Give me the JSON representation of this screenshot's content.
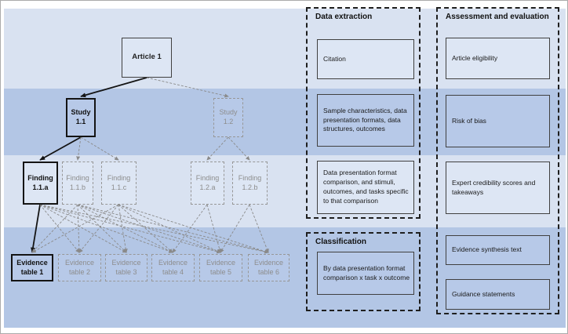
{
  "figure": {
    "tree": {
      "article": {
        "label": "Article 1"
      },
      "studies": [
        {
          "line1": "Study",
          "line2": "1.1"
        },
        {
          "line1": "Study",
          "line2": "1.2"
        }
      ],
      "findings": [
        {
          "line1": "Finding",
          "line2": "1.1.a"
        },
        {
          "line1": "Finding",
          "line2": "1.1.b"
        },
        {
          "line1": "Finding",
          "line2": "1.1.c"
        },
        {
          "line1": "Finding",
          "line2": "1.2.a"
        },
        {
          "line1": "Finding",
          "line2": "1.2.b"
        }
      ],
      "evidence_tables": [
        {
          "line1": "Evidence",
          "line2": "table 1"
        },
        {
          "line1": "Evidence",
          "line2": "table 2"
        },
        {
          "line1": "Evidence",
          "line2": "table 3"
        },
        {
          "line1": "Evidence",
          "line2": "table 4"
        },
        {
          "line1": "Evidence",
          "line2": "table 5"
        },
        {
          "line1": "Evidence",
          "line2": "table 6"
        }
      ],
      "edges": [
        {
          "from": "article-1",
          "to": "study-1.1",
          "style": "emphasis"
        },
        {
          "from": "article-1",
          "to": "study-1.2",
          "style": "muted"
        },
        {
          "from": "study-1.1",
          "to": "finding-1.1.a",
          "style": "emphasis"
        },
        {
          "from": "study-1.1",
          "to": "finding-1.1.b",
          "style": "muted"
        },
        {
          "from": "study-1.1",
          "to": "finding-1.1.c",
          "style": "muted"
        },
        {
          "from": "study-1.2",
          "to": "finding-1.2.a",
          "style": "muted"
        },
        {
          "from": "study-1.2",
          "to": "finding-1.2.b",
          "style": "muted"
        },
        {
          "from": "finding-1.1.a",
          "to": "evidence-table-1",
          "style": "emphasis"
        },
        {
          "from": "finding-1.1.a",
          "to": "evidence-table-2",
          "style": "muted"
        },
        {
          "from": "finding-1.1.a",
          "to": "evidence-table-3",
          "style": "muted"
        },
        {
          "from": "finding-1.1.a",
          "to": "evidence-table-4",
          "style": "muted"
        },
        {
          "from": "finding-1.1.a",
          "to": "evidence-table-5",
          "style": "muted"
        },
        {
          "from": "finding-1.1.a",
          "to": "evidence-table-6",
          "style": "muted"
        },
        {
          "from": "finding-1.1.b",
          "to": "evidence-table-1",
          "style": "muted"
        },
        {
          "from": "finding-1.1.b",
          "to": "evidence-table-2",
          "style": "muted"
        },
        {
          "from": "finding-1.1.b",
          "to": "evidence-table-3",
          "style": "muted"
        },
        {
          "from": "finding-1.1.b",
          "to": "evidence-table-4",
          "style": "muted"
        },
        {
          "from": "finding-1.1.b",
          "to": "evidence-table-5",
          "style": "muted"
        },
        {
          "from": "finding-1.1.b",
          "to": "evidence-table-6",
          "style": "muted"
        },
        {
          "from": "finding-1.1.c",
          "to": "evidence-table-1",
          "style": "muted"
        },
        {
          "from": "finding-1.1.c",
          "to": "evidence-table-2",
          "style": "muted"
        },
        {
          "from": "finding-1.1.c",
          "to": "evidence-table-3",
          "style": "muted"
        },
        {
          "from": "finding-1.1.c",
          "to": "evidence-table-4",
          "style": "muted"
        },
        {
          "from": "finding-1.1.c",
          "to": "evidence-table-5",
          "style": "muted"
        },
        {
          "from": "finding-1.1.c",
          "to": "evidence-table-6",
          "style": "muted"
        },
        {
          "from": "finding-1.2.a",
          "to": "evidence-table-4",
          "style": "muted"
        },
        {
          "from": "finding-1.2.a",
          "to": "evidence-table-5",
          "style": "muted"
        },
        {
          "from": "finding-1.2.b",
          "to": "evidence-table-5",
          "style": "muted"
        },
        {
          "from": "finding-1.2.b",
          "to": "evidence-table-6",
          "style": "muted"
        }
      ]
    },
    "panels": {
      "data_extraction": {
        "title": "Data extraction",
        "boxes": {
          "citation": "Citation",
          "sample": "Sample characteristics, data presentation formats, data structures, outcomes",
          "comparison": "Data presentation format comparison, and stimuli, outcomes, and tasks specific to that comparison"
        }
      },
      "classification": {
        "title": "Classification",
        "boxes": {
          "by": "By data presentation format comparison x task x outcome"
        }
      },
      "assessment": {
        "title": "Assessment and evaluation",
        "boxes": {
          "eligibility": "Article eligibility",
          "risk": "Risk of bias",
          "expert": "Expert credibility scores and takeaways",
          "synthesis": "Evidence synthesis text",
          "guidance": "Guidance statements"
        }
      }
    },
    "colors": {
      "band_light": "#d9e2f1",
      "band_dark": "#b3c6e5",
      "node_fill_light": "#dde6f4",
      "node_fill_dark": "#b7c9e8",
      "emphasis_line": "#141414",
      "muted_line": "#8a8a8a"
    }
  }
}
